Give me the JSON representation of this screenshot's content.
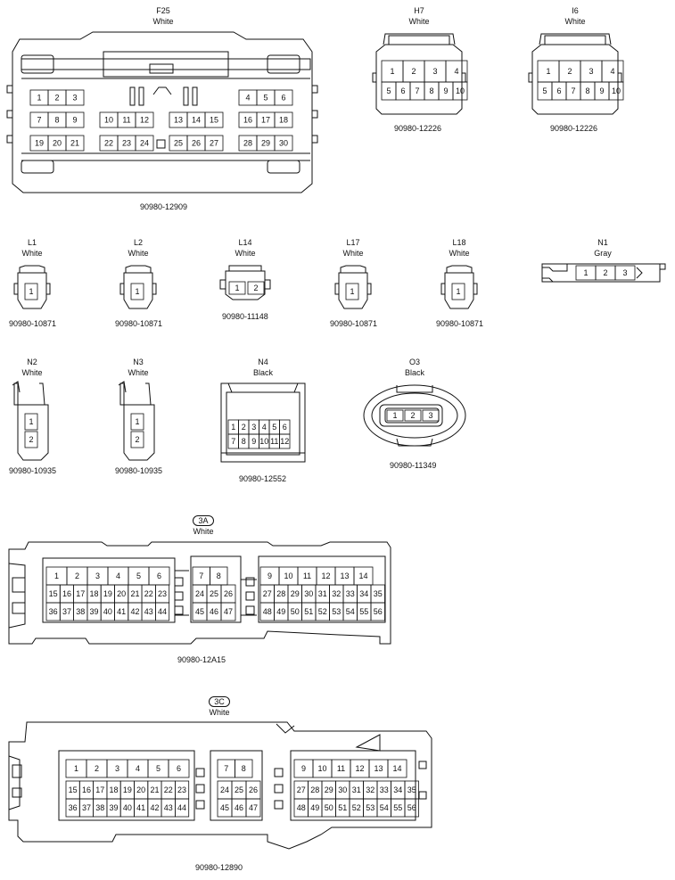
{
  "connectors": [
    {
      "code": "F25",
      "color": "White",
      "part": "90980-12909"
    },
    {
      "code": "H7",
      "color": "White",
      "part": "90980-12226"
    },
    {
      "code": "I6",
      "color": "White",
      "part": "90980-12226"
    },
    {
      "code": "L1",
      "color": "White",
      "part": "90980-10871"
    },
    {
      "code": "L2",
      "color": "White",
      "part": "90980-10871"
    },
    {
      "code": "L14",
      "color": "White",
      "part": "90980-11148"
    },
    {
      "code": "L17",
      "color": "White",
      "part": "90980-10871"
    },
    {
      "code": "L18",
      "color": "White",
      "part": "90980-10871"
    },
    {
      "code": "N1",
      "color": "Gray",
      "part": ""
    },
    {
      "code": "N2",
      "color": "White",
      "part": "90980-10935"
    },
    {
      "code": "N3",
      "color": "White",
      "part": "90980-10935"
    },
    {
      "code": "N4",
      "color": "Black",
      "part": "90980-12552"
    },
    {
      "code": "O3",
      "color": "Black",
      "part": "90980-11349"
    },
    {
      "code": "3A",
      "color": "White",
      "part": "90980-12A15"
    },
    {
      "code": "3C",
      "color": "White",
      "part": "90980-12890"
    }
  ]
}
